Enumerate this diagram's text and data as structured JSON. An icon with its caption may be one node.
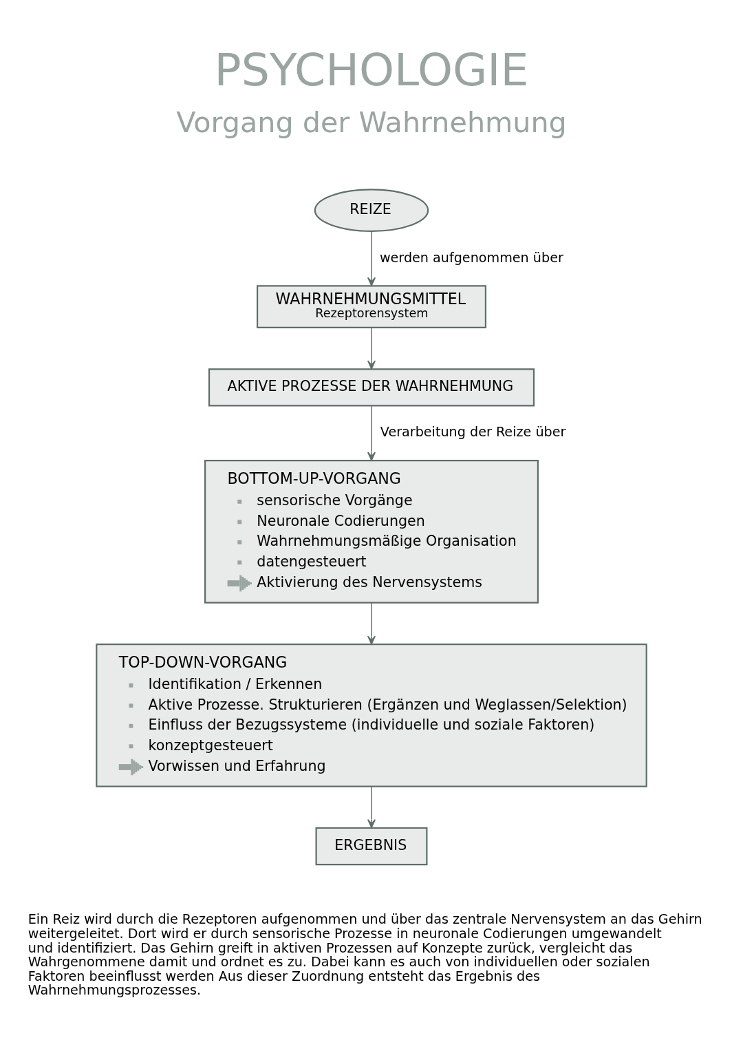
{
  "diagram": {
    "title": "PSYCHOLOGIE",
    "caption": "Ein Reiz wird durch die Rezeptoren aufgenommen und über das zentrale Nervensystem an das Gehirn weitergeleitet. Dort wird er durch sensorische Prozesse in neuronale Codierungen umgewandelt und identifiziert. Das Gehirn greift in aktiven Prozessen auf Konzepte zurück, vergleicht das Wahrgenommene damit und ordnet es zu. Dabei kann es auch von individuellen oder sozialen Faktoren beeinflusst werden Aus dieser Zuordnung entsteht das Ergebnis des Wahrnehmungsprozesses.",
    "nodes": [
      {
        "text": [
          "REIZE"
        ]
      },
      {
        "text": [
          "WAHRNEHMUNGSMITTEL",
          "Rezeptorensystem"
        ]
      },
      {
        "text": [
          "AKTIVE PROZESSE DER WAHRNEHMUNG"
        ]
      },
      {
        "text": [
          "BOTTOM-UP-VORGANG",
          "sensorische Vorgänge",
          "Neuronale Codierungen",
          "Wahrnehmungsmäßige Organisation",
          "datengesteuert",
          "Aktivierung des Nervensystems"
        ]
      },
      {
        "text": [
          "TOP-DOWN-VORGANG",
          "Identifikation / Erkennen",
          "Aktive Prozesse. Strukturieren (Ergänzen und Weglassen/Selektion)",
          "Einfluss der Bezugssysteme (individuelle und soziale Faktoren)",
          "konzeptgesteuert",
          "Vorwissen und Erfahrung"
        ]
      },
      {
        "text": [
          "ERGEBNIS"
        ]
      }
    ],
    "edges": [
      {
        "from": 0,
        "to": 1,
        "arrow": "to",
        "label": "werden aufgenommen über"
      },
      {
        "from": 1,
        "to": 2,
        "arrow": "to"
      },
      {
        "from": 2,
        "to": 3,
        "arrow": "to",
        "label": "Verarbeitung der Reize über"
      },
      {
        "from": 3,
        "to": 4,
        "arrow": "to"
      },
      {
        "from": 4,
        "to": 5,
        "arrow": "to"
      }
    ],
    "labels": [
      "Vorgang der Wahrnehmung"
    ]
  }
}
